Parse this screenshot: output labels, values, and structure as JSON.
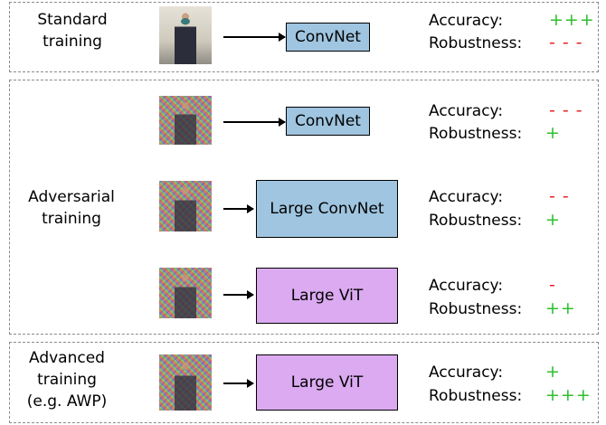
{
  "sections": [
    {
      "label": "Standard\ntraining"
    },
    {
      "label": "Adversarial\ntraining"
    },
    {
      "label": "Advanced\ntraining\n(e.g. AWP)"
    }
  ],
  "rows": [
    {
      "model": "ConvNet",
      "model_color": "#9fc5e0",
      "image": "clean-image-icon",
      "accuracy_label": "Accuracy:",
      "accuracy": "+++",
      "accuracy_color": "#2fbf2f",
      "robustness_label": "Robustness:",
      "robustness": "- - -",
      "robustness_color": "#e8202a"
    },
    {
      "model": "ConvNet",
      "model_color": "#9fc5e0",
      "image": "adversarial-image-icon",
      "accuracy_label": "Accuracy:",
      "accuracy": "- - -",
      "accuracy_color": "#e8202a",
      "robustness_label": "Robustness:",
      "robustness": "+",
      "robustness_color": "#2fbf2f"
    },
    {
      "model": "Large ConvNet",
      "model_color": "#9fc5e0",
      "image": "adversarial-image-icon",
      "accuracy_label": "Accuracy:",
      "accuracy": "- -",
      "accuracy_color": "#e8202a",
      "robustness_label": "Robustness:",
      "robustness": "+",
      "robustness_color": "#2fbf2f"
    },
    {
      "model": "Large ViT",
      "model_color": "#dbaaf0",
      "image": "adversarial-image-icon",
      "accuracy_label": "Accuracy:",
      "accuracy": "-",
      "accuracy_color": "#e8202a",
      "robustness_label": "Robustness:",
      "robustness": "++",
      "robustness_color": "#2fbf2f"
    },
    {
      "model": "Large ViT",
      "model_color": "#dbaaf0",
      "image": "adversarial-image-icon",
      "accuracy_label": "Accuracy:",
      "accuracy": "+",
      "accuracy_color": "#2fbf2f",
      "robustness_label": "Robustness:",
      "robustness": "+++",
      "robustness_color": "#2fbf2f"
    }
  ]
}
